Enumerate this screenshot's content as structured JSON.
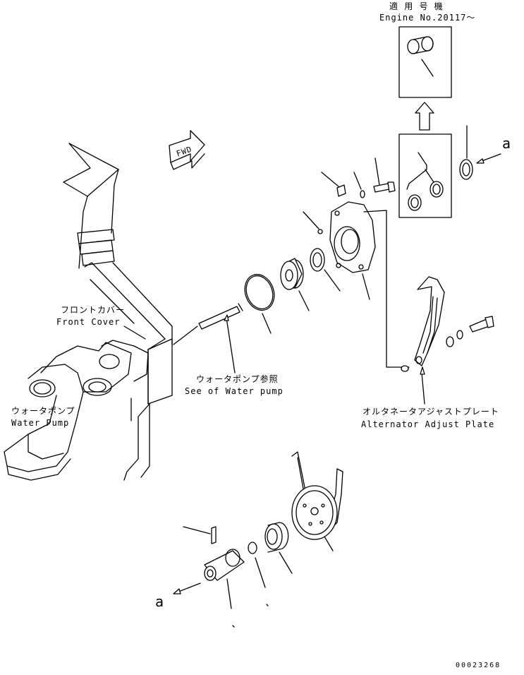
{
  "labels": {
    "engine_jp": "適 用 号 機",
    "engine_no": "Engine No.20117～",
    "front_cover_jp": "フロントカバー",
    "front_cover_en": "Front Cover",
    "water_pump_jp": "ウォータポンプ",
    "water_pump_en": "Water Pump",
    "see_water_pump_jp": "ウォータポンプ参照",
    "see_water_pump_en": "See of Water pump",
    "alt_adjust_jp": "オルタネータアジャストプレート",
    "alt_adjust_en": "Alternator Adjust Plate",
    "arrow_a_top": "a",
    "arrow_a_bottom": "a",
    "fwd": "FWD",
    "drawing_no": "00023268"
  }
}
